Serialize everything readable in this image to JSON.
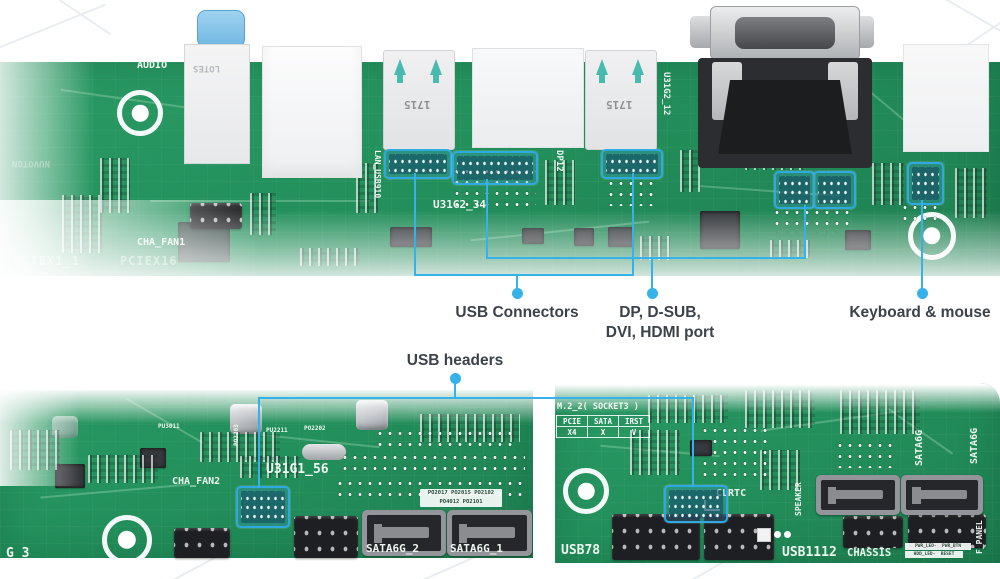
{
  "colors": {
    "callout_blue": "#35b2ea",
    "highlight_border": "#2fa9e1",
    "pcb_green": "#23905c",
    "label_text": "#3b4249"
  },
  "annotations": {
    "usb_connectors": "USB Connectors",
    "dp_dsub_line1": "DP, D-SUB,",
    "dp_dsub_line2": "DVI, HDMI port",
    "keyboard_mouse": "Keyboard & mouse",
    "usb_headers": "USB headers"
  },
  "top_board": {
    "silkscreen": {
      "audio": "AUDIO",
      "lan_usb": "LAN_USB910",
      "u31g2_34": "U31G2_34",
      "dp12": "DP12",
      "u31g2_12": "U31G2_12",
      "cha_fan1": "CHA_FAN1",
      "pciex1_1": "PCIEX1_1",
      "pciex16": "PCIEX16"
    },
    "markings": {
      "usb_port_code": "1715",
      "audio_brand": "LOTES",
      "io_chip": "NUVOTON"
    }
  },
  "bottom_left_board": {
    "silkscreen": {
      "pu3011": "PU3011",
      "po2203": "PO2203",
      "pu2211": "PU2211",
      "po2202": "PO2202",
      "cha_fan2": "CHA_FAN2",
      "u31g1_56": "U31G1_56",
      "po_row1": "PO2017 PO2015 PO2102",
      "po_row2": "PO4012 PO2101",
      "sata6g_2": "SATA6G_2",
      "sata6g_1": "SATA6G_1",
      "sata6g_3_partial": "G_3"
    }
  },
  "bottom_right_board": {
    "silkscreen": {
      "m2_title": "M.2_2( SOCKET3 )",
      "clrtc": "CLRTC",
      "speaker": "SPEAKER",
      "sata6g": "SATA6G",
      "usb78": "USB78",
      "usb1112": "USB1112",
      "chassis": "CHASSIS",
      "f_panel": "F_PANEL",
      "fp_row1": "PWR_LED-  PWR_BTN",
      "fp_row2": "HDD_LED-  RESET"
    },
    "m2_table": {
      "headers": [
        "PCIE",
        "SATA",
        "IRST"
      ],
      "values": [
        "X4",
        "X",
        "V"
      ]
    }
  }
}
